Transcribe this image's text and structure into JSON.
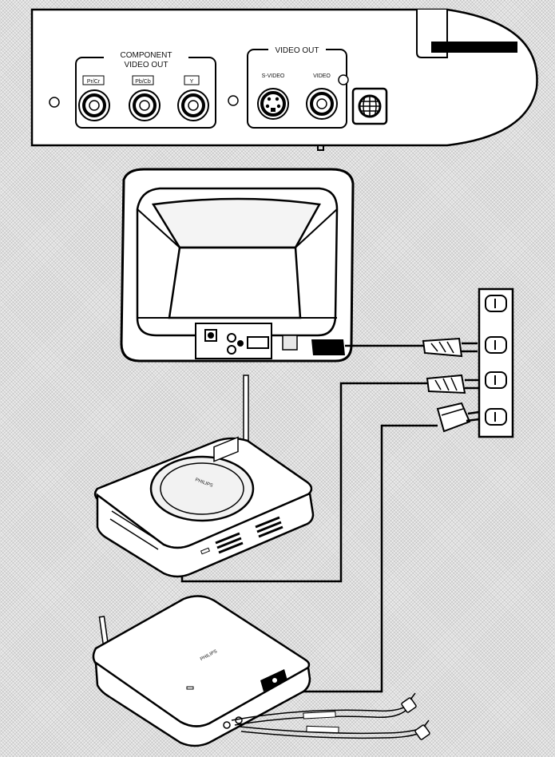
{
  "panel": {
    "component_title_line1": "COMPONENT",
    "component_title_line2": "VIDEO OUT",
    "jack_labels": [
      "Pr/Cr",
      "Pb/Cb",
      "Y"
    ],
    "video_out_title": "VIDEO OUT",
    "svideo_label": "S-VIDEO",
    "video_label": "VIDEO"
  },
  "router": {
    "brand_text": "PHILIPS"
  },
  "station": {
    "brand_text": "PHILIPS"
  },
  "colors": {
    "line": "#000000",
    "fill": "#ffffff",
    "background": "#ececec"
  },
  "icons": [
    "rf-connector-icon",
    "power-outlet-icon",
    "ac-plug-icon",
    "ac-adapter-icon",
    "antenna-icon"
  ]
}
